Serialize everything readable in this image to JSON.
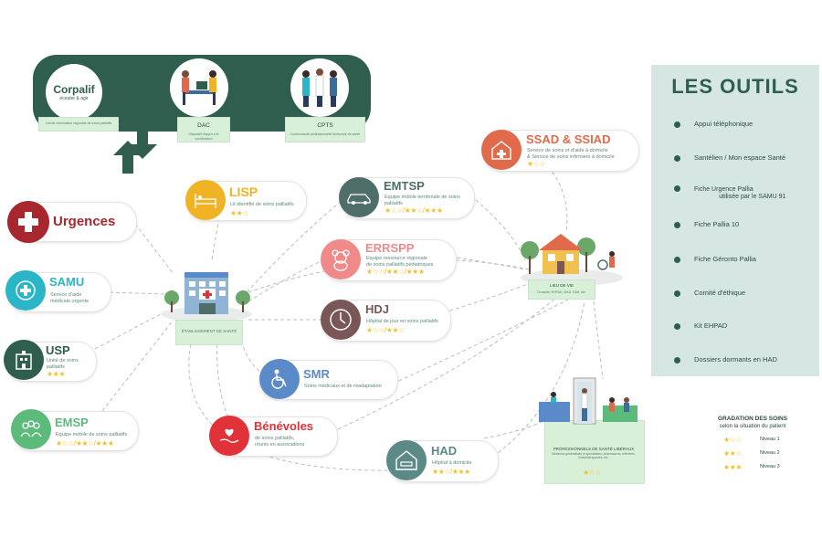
{
  "top_banner": {
    "corpalif": {
      "logo_name": "Corpalif",
      "logo_tagline": "écouter & agir",
      "caption": "Cellule d'animation régionale de soins palliatifs"
    },
    "dac": {
      "label": "DAC",
      "caption": "Dispositif d'appui à la coordination"
    },
    "cpts": {
      "label": "CPTS",
      "caption": "Communauté professionnelle territoriale de santé"
    }
  },
  "nodes": {
    "urgences": {
      "title": "Urgences"
    },
    "samu": {
      "title": "SAMU",
      "subtitle": "Service d'aide\nmédicale urgente"
    },
    "usp": {
      "title": "USP",
      "subtitle": "Unité de soins\npalliatifs",
      "stars": "★★★"
    },
    "emsp": {
      "title": "EMSP",
      "subtitle": "Equipe mobile de soins palliatifs",
      "stars": "★☆☆/★★☆/★★★"
    },
    "lisp": {
      "title": "LISP",
      "subtitle": "Lit identifié de soins palliatifs",
      "stars": "★★☆"
    },
    "emtsp": {
      "title": "EMTSP",
      "subtitle": "Equipe mobile territoriale de soins\npalliatifs",
      "stars": "★☆☆/★★☆/★★★"
    },
    "errspp": {
      "title": "ERRSPP",
      "subtitle": "Equipe ressource régionale\nde soins palliatifs pédiatriques",
      "stars": "★☆☆/★★☆/★★★"
    },
    "hdj": {
      "title": "HDJ",
      "subtitle": "Hôpital de jour en soins palliatifs",
      "stars": "★☆☆/★★☆"
    },
    "smr": {
      "title": "SMR",
      "subtitle": "Soins médicaux et de réadaptation"
    },
    "benevoles": {
      "title": "Bénévoles",
      "subtitle": "de soins palliatifs,\nréunis en associations"
    },
    "had": {
      "title": "HAD",
      "subtitle": "Hôpital à domicile",
      "stars": "★★☆/★★★"
    },
    "ssad": {
      "title": "SSAD & SSIAD",
      "subtitle": "Service de soins et d'aide à domicile\n& Service de soins infirmiers à domicile",
      "stars": "★☆☆"
    }
  },
  "places": {
    "etablissement": {
      "label": "ÉTABLISSEMENT DE SANTÉ"
    },
    "lieu_de_vie": {
      "label": "LIEU DE VIE",
      "caption": "Domicile, EHPAD, MAS, FAM, etc."
    },
    "professionnels": {
      "label": "PROFESSIONNELS DE SANTÉ LIBÉRAUX",
      "caption": "Médecins généralistes et spécialistes, pharmaciens, infirmiers,\nkinésithérapeutes, etc.",
      "stars": "★☆☆"
    }
  },
  "outils": {
    "title": "LES OUTILS",
    "items": [
      {
        "label": "Appui téléphonique"
      },
      {
        "label": "Santélien / Mon espace Santé"
      },
      {
        "label": "Fiche Urgence Pallia\n              utilisée par le SAMU 91"
      },
      {
        "label": "Fiche Pallia 10"
      },
      {
        "label": "Fiche Géronto Pallia"
      },
      {
        "label": "Comité d'éthique"
      },
      {
        "label": "Kit EHPAD"
      },
      {
        "label": "Dossiers dormants en HAD"
      }
    ]
  },
  "gradation": {
    "title": "GRADATION DES SOINS",
    "subtitle": "selon la situation du patient",
    "levels": [
      {
        "stars": "★☆☆",
        "label": "Niveau 1"
      },
      {
        "stars": "★★☆",
        "label": "Niveau 2"
      },
      {
        "stars": "★★★",
        "label": "Niveau 3"
      }
    ]
  },
  "colors": {
    "banner_green": "#2f5e4f",
    "urgences": "#a8262e",
    "samu": "#2bb5c8",
    "usp": "#2f5e4f",
    "emsp": "#5cba7a",
    "lisp": "#f0b324",
    "emtsp": "#4f6e6a",
    "errspp": "#f08a8a",
    "hdj": "#7a5656",
    "smr": "#5b8ac8",
    "benevoles": "#e03238",
    "had": "#5b8a86",
    "ssad": "#e06a4a",
    "star": "#f0c030",
    "outils_bg": "#d6e7e3"
  }
}
